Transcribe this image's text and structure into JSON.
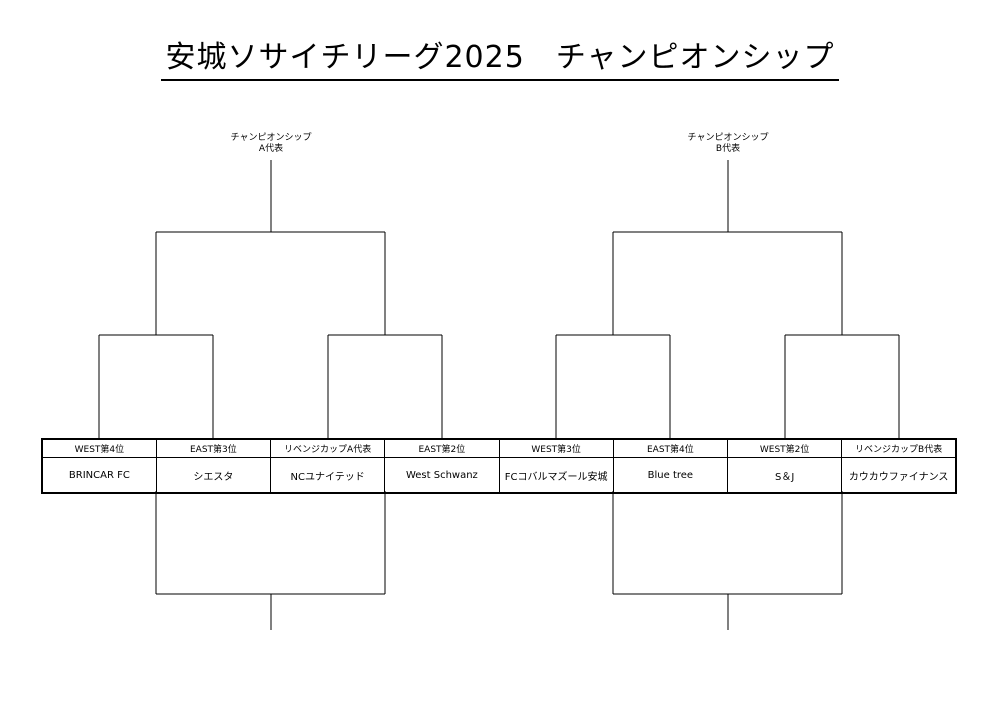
{
  "title": "安城ソサイチリーグ2025　チャンピオンシップ",
  "winner_a": {
    "line1": "チャンピオンシップ",
    "line2": "A代表"
  },
  "winner_b": {
    "line1": "チャンピオンシップ",
    "line2": "B代表"
  },
  "teams": [
    {
      "seed": "WEST第4位",
      "name": "BRINCAR FC"
    },
    {
      "seed": "EAST第3位",
      "name": "シエスタ"
    },
    {
      "seed": "リベンジカップA代表",
      "name": "NCユナイテッド"
    },
    {
      "seed": "EAST第2位",
      "name": "West Schwanz"
    },
    {
      "seed": "WEST第3位",
      "name": "FCコバルマズール安城"
    },
    {
      "seed": "EAST第4位",
      "name": "Blue tree"
    },
    {
      "seed": "WEST第2位",
      "name": "S＆J"
    },
    {
      "seed": "リベンジカップB代表",
      "name": "カウカウファイナンス"
    }
  ]
}
